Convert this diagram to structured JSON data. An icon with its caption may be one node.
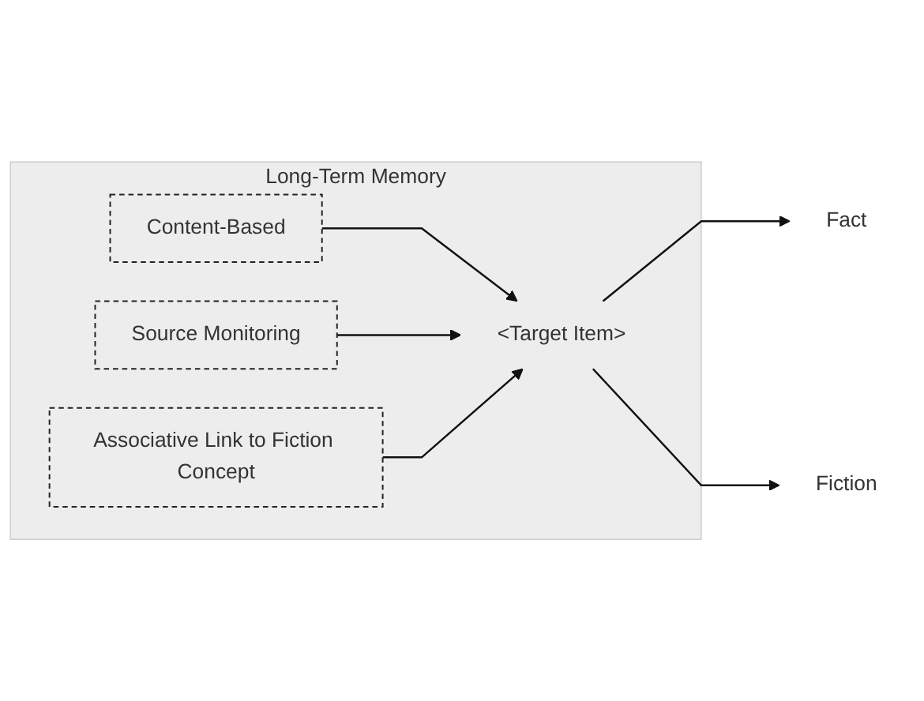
{
  "diagram": {
    "nodes": [
      {
        "text": [
          "Long-Term Memory"
        ]
      },
      {
        "text": [
          "Content-Based"
        ],
        "in": 0
      },
      {
        "text": [
          "Source Monitoring"
        ],
        "in": 0
      },
      {
        "text": [
          "<Target Item>"
        ],
        "in": 0
      },
      {
        "text": [
          "Associative Link to Fiction Concept"
        ],
        "in": 0
      },
      {
        "text": [
          "Fact"
        ]
      },
      {
        "text": [
          "Fiction"
        ]
      }
    ],
    "edges": [
      {
        "from": 1,
        "to": 3,
        "arrow": "to"
      },
      {
        "from": 2,
        "to": 3,
        "arrow": "to"
      },
      {
        "from": 4,
        "to": 3,
        "arrow": "to"
      },
      {
        "from": 3,
        "to": 5,
        "arrow": "to"
      },
      {
        "from": 3,
        "to": 6,
        "arrow": "to"
      }
    ]
  }
}
